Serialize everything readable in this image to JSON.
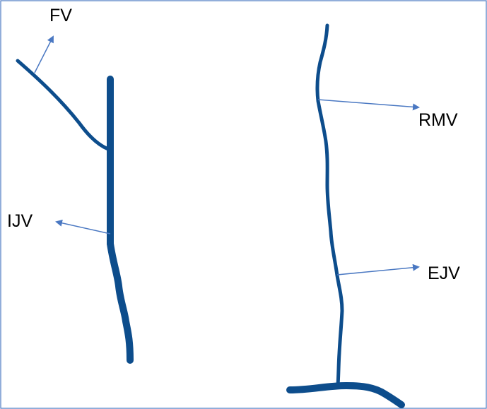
{
  "colors": {
    "vein": "#0d4d8c",
    "arrow": "#4a78c2",
    "frame": "#4a78c2",
    "label_text": "#000000"
  },
  "labels": {
    "fv": "FV",
    "ijv": "IJV",
    "rmv": "RMV",
    "ejv": "EJV"
  }
}
